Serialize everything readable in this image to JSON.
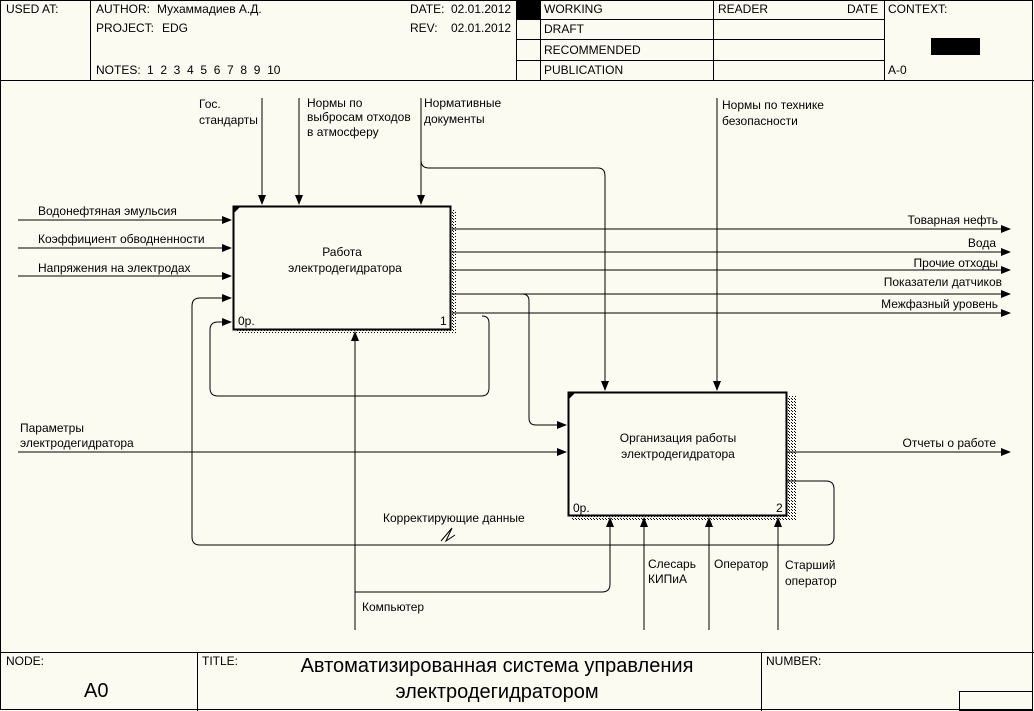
{
  "header": {
    "used_at_label": "USED AT:",
    "author_label": "AUTHOR:",
    "author": "Мухаммадиев А.Д.",
    "project_label": "PROJECT:",
    "project": "EDG",
    "notes_label": "NOTES:",
    "notes": "1  2  3  4  5  6  7  8  9  10",
    "date_label": "DATE:",
    "date": "02.01.2012",
    "rev_label": "REV:",
    "rev": "02.01.2012",
    "status": [
      "WORKING",
      "DRAFT",
      "RECOMMENDED",
      "PUBLICATION"
    ],
    "status_selected": "WORKING",
    "reader_label": "READER",
    "reader_date_label": "DATE",
    "context_label": "CONTEXT:",
    "context_node": "A-0"
  },
  "diagram": {
    "box1": {
      "title_line1": "Работа",
      "title_line2": "электродегидратора",
      "cost": "0р.",
      "number": "1"
    },
    "box2": {
      "title_line1": "Организация работы",
      "title_line2": "электродегидратора",
      "cost": "0р.",
      "number": "2"
    },
    "controls": {
      "gost": [
        "Гос.",
        "стандарты"
      ],
      "emission_norms": [
        "Нормы по",
        "выбросам отходов",
        "в атмосферу"
      ],
      "normative_docs": [
        "Нормативные",
        "документы"
      ],
      "safety_norms": [
        "Нормы по технике",
        "безопасности"
      ]
    },
    "inputs": {
      "emulsion": "Водонефтяная эмульсия",
      "water_cut": "Коэффициент обводненности",
      "voltage": "Напряжения на электродах",
      "parameters": [
        "Параметры",
        "электродегидратора"
      ]
    },
    "outputs": {
      "oil": "Товарная нефть",
      "water": "Вода",
      "waste": "Прочие отходы",
      "sensors": "Показатели датчиков",
      "interphase": "Межфазный уровень",
      "reports": "Отчеты о работе"
    },
    "feedback": "Корректирующие данные",
    "mechanisms": {
      "computer": "Компьютер",
      "kip_fitter": [
        "Слесарь",
        "КИПиА"
      ],
      "operator": "Оператор",
      "senior_operator": [
        "Старший",
        "оператор"
      ]
    }
  },
  "footer": {
    "node_label": "NODE:",
    "node": "A0",
    "title_label": "TITLE:",
    "title_line1": "Автоматизированная система управления",
    "title_line2": "электродегидратором",
    "number_label": "NUMBER:"
  }
}
